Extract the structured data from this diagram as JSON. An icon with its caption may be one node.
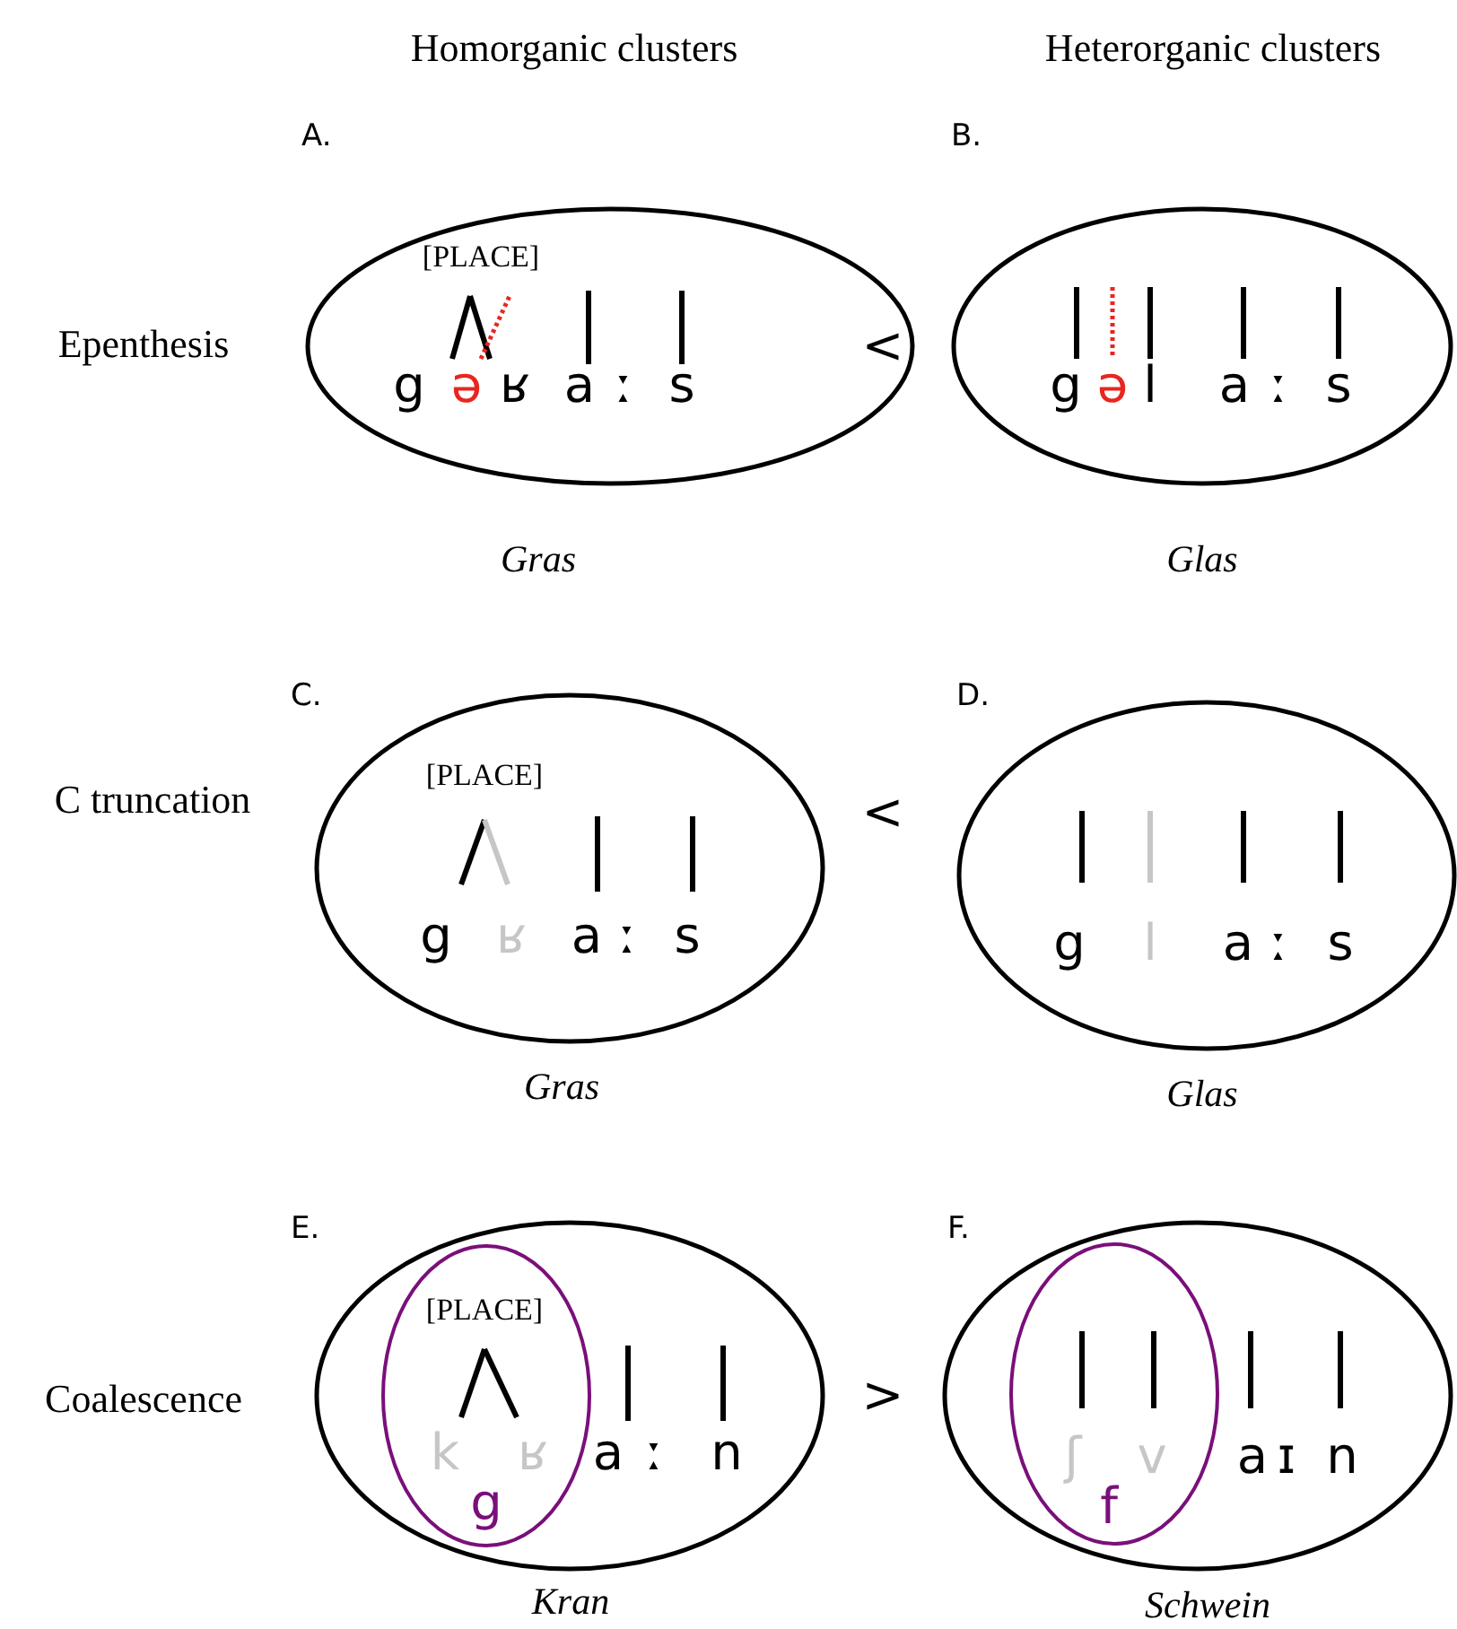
{
  "diagram": {
    "nodes": [
      {
        "text": [
          "[PLACE]",
          "g",
          "ə",
          "ʁ",
          "a",
          "ː",
          "s"
        ],
        "beside": [
          "A.",
          "Gras"
        ]
      },
      {
        "text": [
          "g",
          "ə",
          "l",
          "a",
          "ː",
          "s"
        ],
        "beside": [
          "B.",
          "Glas"
        ]
      },
      {
        "text": [
          "[PLACE]",
          "g",
          "ʁ",
          "a",
          "ː",
          "s"
        ],
        "beside": [
          "C.",
          "Gras"
        ]
      },
      {
        "text": [
          "g",
          "l",
          "a",
          "ː",
          "s"
        ],
        "beside": [
          "D.",
          "Glas"
        ]
      },
      {
        "text": [
          "a",
          "ː",
          "n"
        ],
        "beside": [
          "E.",
          "Kran"
        ]
      },
      {
        "text": [
          "[PLACE]",
          "k",
          "ʁ",
          "g"
        ],
        "in": 4
      },
      {
        "text": [
          "a",
          "ɪ",
          "n"
        ],
        "beside": [
          "F.",
          "Schwein"
        ]
      },
      {
        "text": [
          "ʃ",
          "v",
          "f"
        ],
        "in": 6
      }
    ],
    "edges": [],
    "labels": [
      "Homorganic clusters",
      "Heterorganic clusters",
      "Epenthesis",
      "<",
      "C truncation",
      "<",
      "Coalescence",
      ">"
    ]
  }
}
